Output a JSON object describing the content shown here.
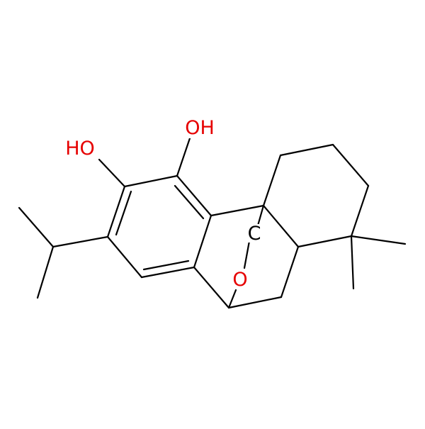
{
  "molecule": {
    "atom_labels": {
      "oh_left": "HO",
      "oh_top": "OH",
      "bridge_oxygen": "O",
      "bridge_carbon": "C"
    },
    "colors": {
      "bond": "#000000",
      "oxygen": "#e60000",
      "carbon": "#000000",
      "background": "#ffffff"
    }
  }
}
